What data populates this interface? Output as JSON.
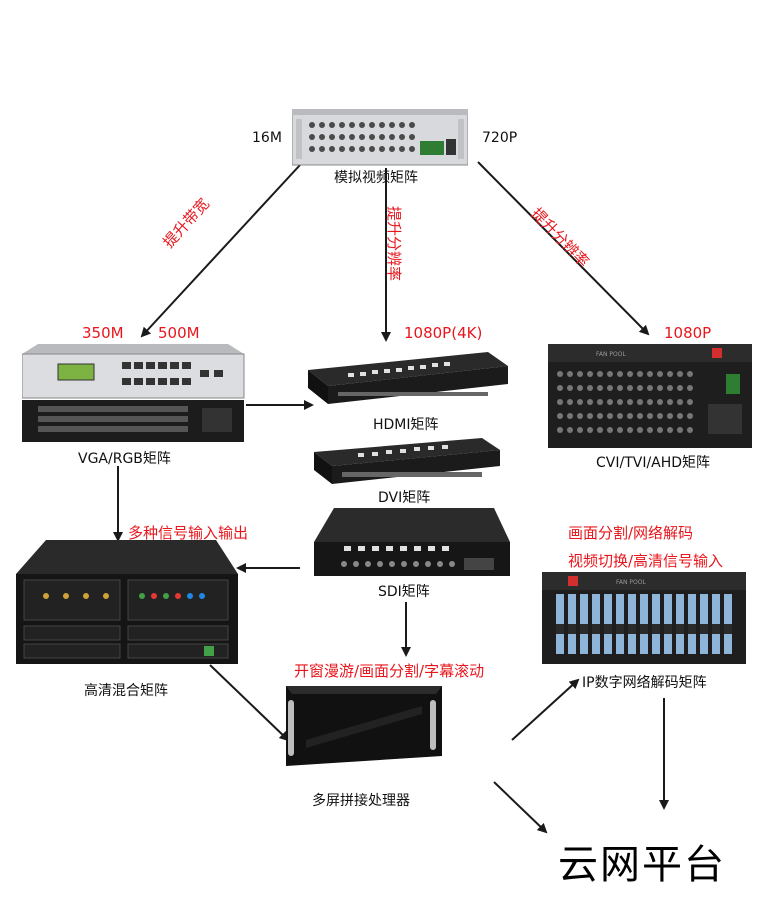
{
  "devices": {
    "analog": {
      "name": "模拟视频矩阵",
      "left_spec": "16M",
      "right_spec": "720P"
    },
    "vga_rgb": {
      "name": "VGA/RGB矩阵",
      "spec_a": "350M",
      "spec_b": "500M"
    },
    "hdmi": {
      "name": "HDMI矩阵",
      "spec": "1080P(4K)"
    },
    "dvi": {
      "name": "DVI矩阵"
    },
    "sdi": {
      "name": "SDI矩阵"
    },
    "cvi": {
      "name": "CVI/TVI/AHD矩阵",
      "spec": "1080P",
      "panel_text": "FAN POOL"
    },
    "hybrid": {
      "name": "高清混合矩阵"
    },
    "ip_decoder": {
      "name": "IP数字网络解码矩阵",
      "panel_text": "FAN POOL"
    },
    "splicer": {
      "name": "多屏拼接处理器"
    }
  },
  "connections": {
    "bandwidth": "提升带宽",
    "resolution_mid": "提升分辨率",
    "resolution_right": "提升分辨率",
    "multi_io": "多种信号输入输出",
    "window_features": "开窗漫游/画面分割/字幕滚动",
    "ip_features_1": "画面分割/网络解码",
    "ip_features_2": "视频切换/高清信号输入"
  },
  "cloud": {
    "label": "云网平台"
  },
  "colors": {
    "accent_red": "#e8161c",
    "arrow": "#1a1a1a"
  }
}
